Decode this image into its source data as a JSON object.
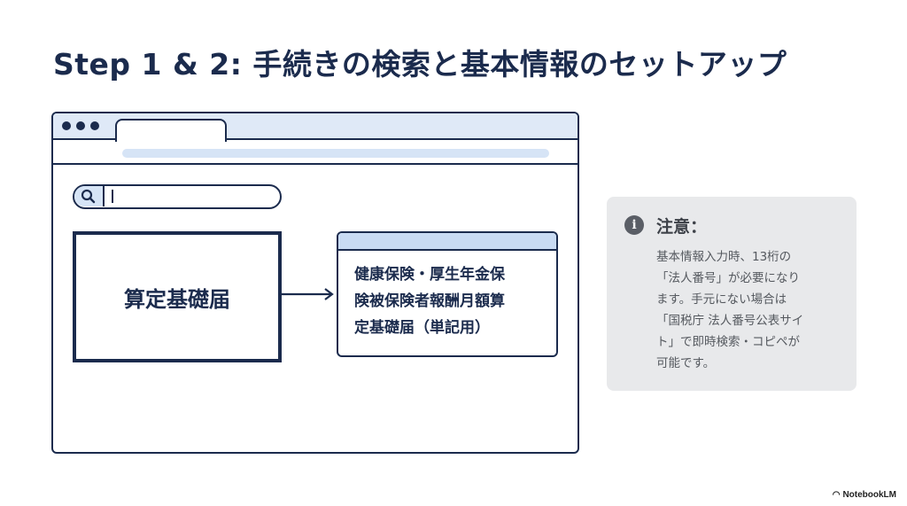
{
  "title": "Step 1 & 2: 手続きの検索と基本情報のセットアップ",
  "search": {
    "value": ""
  },
  "source_box": {
    "label": "算定基礎届"
  },
  "result_box": {
    "lines": [
      "健康保険・厚生年金保",
      "険被保険者報酬月額算",
      "定基礎届（単記用）"
    ]
  },
  "note": {
    "icon": "i",
    "title": "注意：",
    "lines": [
      "基本情報入力時、13桁の",
      "「法人番号」が必要になり",
      "ます。手元にない場合は",
      "「国税庁 法人番号公表サイ",
      "ト」で即時検索・コピペが",
      "可能です。"
    ]
  },
  "brand": {
    "label": "NotebookLM"
  }
}
